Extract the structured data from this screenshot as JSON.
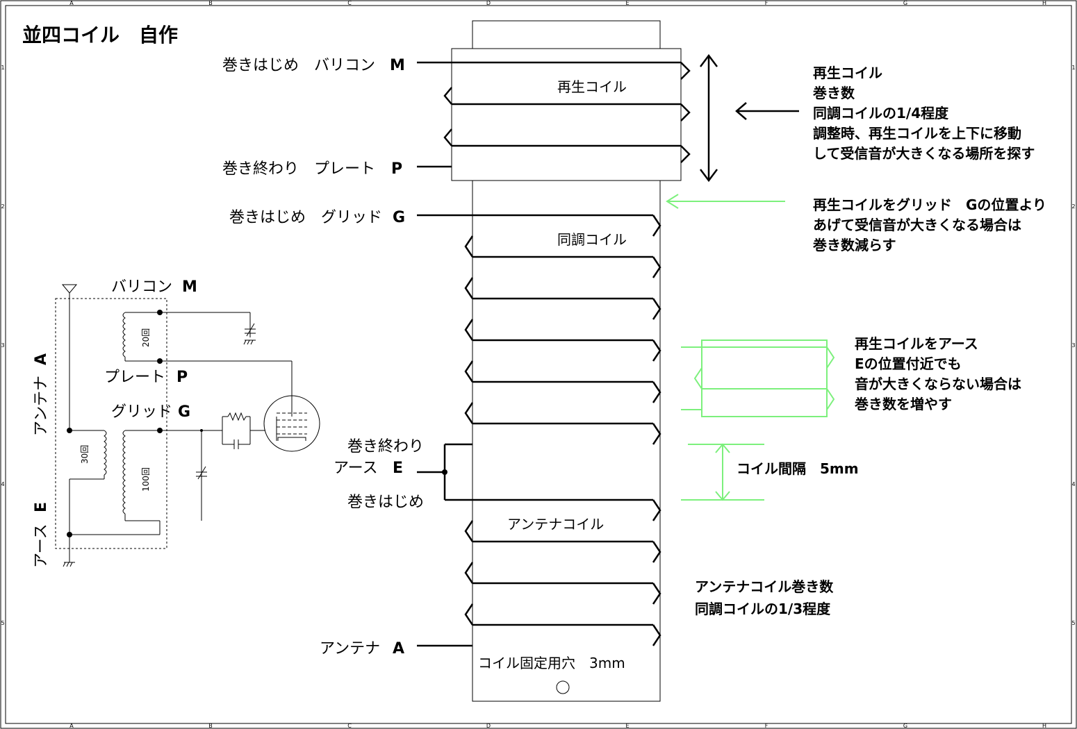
{
  "title": "並四コイル　自作",
  "frame": {
    "top_refs": [
      "A",
      "B",
      "C",
      "D",
      "E",
      "F",
      "G",
      "H"
    ],
    "bottom_refs": [
      "A",
      "B",
      "C",
      "D",
      "E",
      "F",
      "G",
      "H"
    ],
    "side_refs": [
      "1",
      "2",
      "3",
      "4",
      "5"
    ]
  },
  "coil": {
    "regen_label": "再生コイル",
    "tuning_label": "同調コイル",
    "antenna_label": "アンテナコイル",
    "mount_hole": "コイル固定用穴　3mm",
    "left_labels": {
      "regen_start": "巻きはじめ　バリコン",
      "regen_start_sym": "M",
      "regen_end": "巻き終わり　プレート",
      "regen_end_sym": "P",
      "tune_start": "巻きはじめ　グリッド",
      "tune_start_sym": "G",
      "tune_end": "巻き終わり",
      "earth": "アース",
      "earth_sym": "E",
      "ant_start": "巻きはじめ",
      "antenna": "アンテナ",
      "antenna_sym": "A"
    }
  },
  "notes": {
    "regen": [
      "再生コイル",
      "巻き数",
      "同調コイルの1/4程度",
      "調整時、再生コイルを上下に移動",
      "して受信音が大きくなる場所を探す"
    ],
    "reduce": [
      "再生コイルをグリッド　Gの位置より",
      "あげて受信音が大きくなる場合は",
      "巻き数減らす"
    ],
    "increase": [
      "再生コイルをアース",
      "Eの位置付近でも",
      "音が大きくならない場合は",
      "巻き数を増やす"
    ],
    "spacing": "コイル間隔　5mm",
    "antenna": [
      "アンテナコイル巻き数",
      "同調コイルの1/3程度"
    ]
  },
  "schematic": {
    "variable_cap": "バリコン",
    "variable_cap_sym": "M",
    "plate": "プレート",
    "plate_sym": "P",
    "grid": "グリッド",
    "grid_sym": "G",
    "antenna": "アンテナ",
    "antenna_sym": "A",
    "earth": "アース",
    "earth_sym": "E",
    "turns_regen": "20回",
    "turns_ant": "30回",
    "turns_tune": "100回"
  },
  "colors": {
    "ink": "#000000",
    "highlight": "#7cf07c"
  }
}
